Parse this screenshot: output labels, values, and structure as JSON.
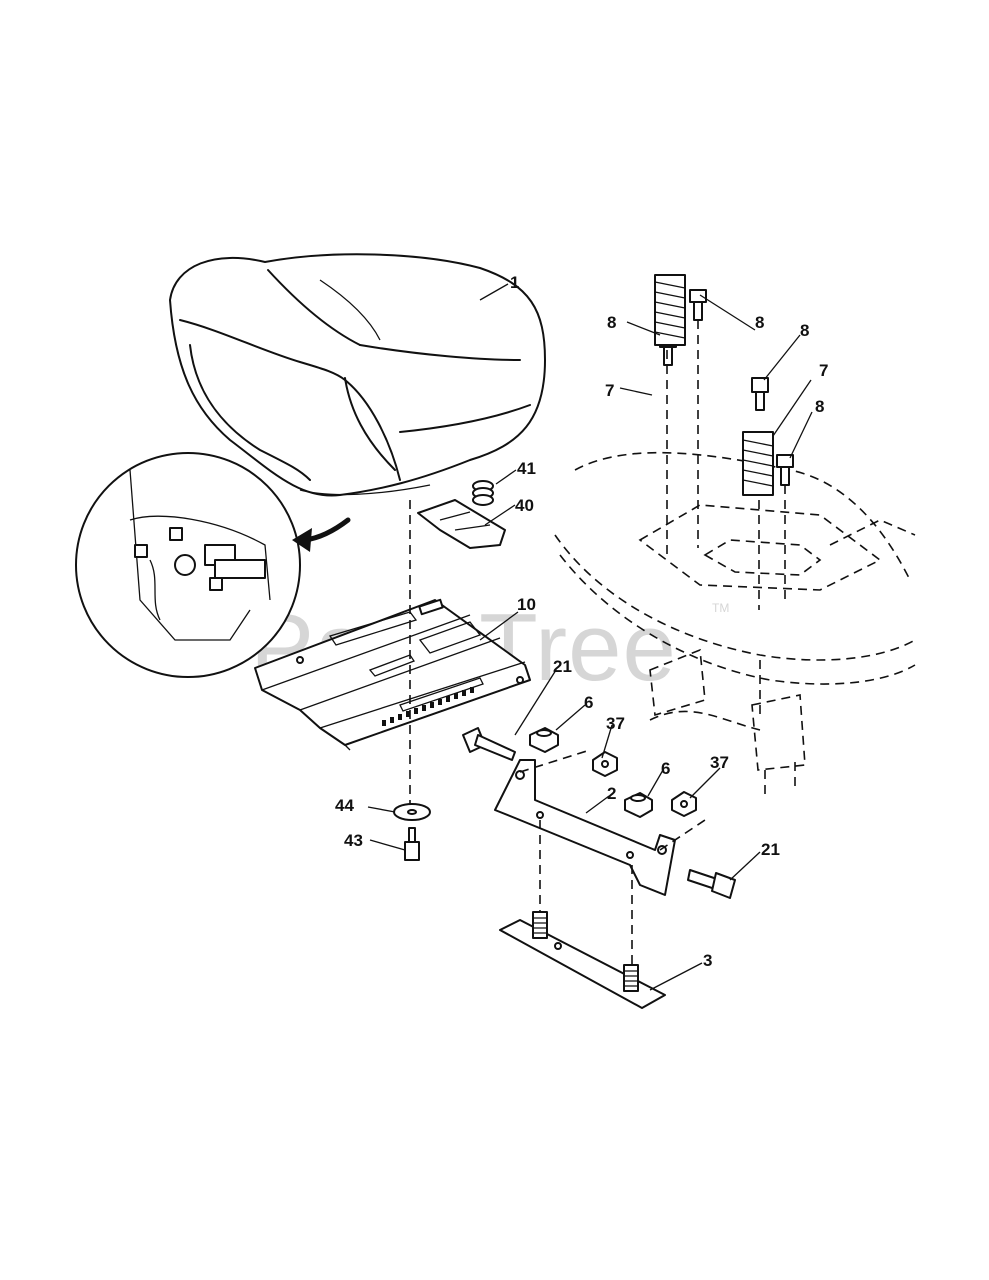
{
  "watermark": {
    "text": "PartsTree",
    "tm": "TM"
  },
  "callouts": {
    "c1": "1",
    "c8a": "8",
    "c8b": "8",
    "c8c": "8",
    "c8d": "8",
    "c7a": "7",
    "c7b": "7",
    "c41": "41",
    "c40": "40",
    "c10": "10",
    "c21a": "21",
    "c21b": "21",
    "c6a": "6",
    "c6b": "6",
    "c37a": "37",
    "c37b": "37",
    "c2": "2",
    "c3": "3",
    "c44": "44",
    "c43": "43"
  }
}
